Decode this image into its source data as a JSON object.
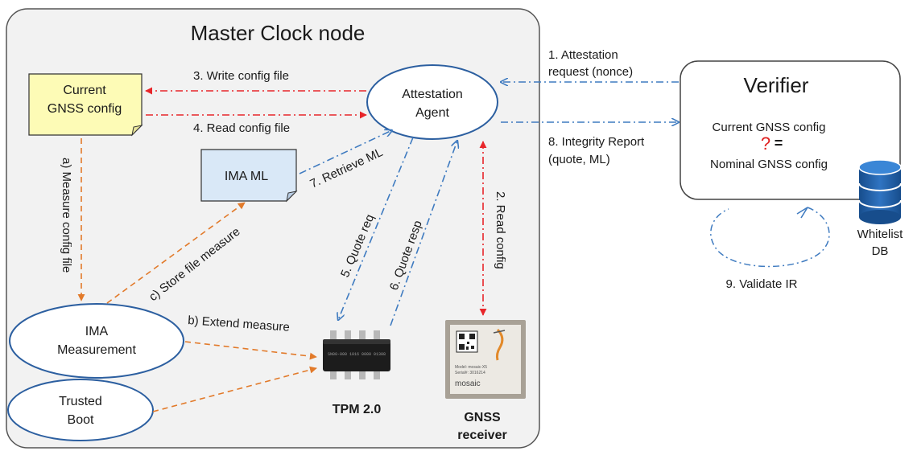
{
  "master_node": {
    "title": "Master Clock node"
  },
  "nodes": {
    "gnss_config": {
      "line1": "Current",
      "line2": "GNSS config"
    },
    "attestation_agent": {
      "line1": "Attestation",
      "line2": "Agent"
    },
    "ima_ml": {
      "label": "IMA ML"
    },
    "ima_measurement": {
      "line1": "IMA",
      "line2": "Measurement"
    },
    "trusted_boot": {
      "line1": "Trusted",
      "line2": "Boot"
    },
    "tpm": {
      "label": "TPM 2.0",
      "chip_text": "SN00-000 1016 0000 01308"
    },
    "gnss_receiver": {
      "line1": "GNSS",
      "line2": "receiver",
      "module_brand": "mosaic",
      "module_model": "Model: mosaic-X5",
      "module_serial": "Serial#: 3016214"
    },
    "verifier": {
      "title": "Verifier",
      "line1": "Current GNSS config",
      "compare_q": "?",
      "compare_eq": "=",
      "line3": "Nominal GNSS config"
    },
    "whitelist_db": {
      "line1": "Whitelist",
      "line2": "DB"
    }
  },
  "edges": {
    "write_config": "3. Write config file",
    "read_config_file": "4. Read config file",
    "attestation_request_1": "1. Attestation",
    "attestation_request_2": "request (nonce)",
    "integrity_report_1": "8. Integrity Report",
    "integrity_report_2": "(quote, ML)",
    "retrieve_ml": "7. Retrieve ML",
    "measure_config": "a) Measure config file",
    "store_measure": "c) Store file measure",
    "extend_measure": "b) Extend measure",
    "quote_req": "5. Quote req",
    "quote_resp": "6. Quote resp",
    "read_config": "2. Read config",
    "validate_ir": "9. Validate IR"
  },
  "colors": {
    "red_flow": "#e8262a",
    "blue_flow": "#3f7bc0",
    "orange_flow": "#e27a2a",
    "node_border": "#2c5fa0",
    "note_fill": "#fdfbb6",
    "ml_fill": "#d9e8f7",
    "db_blue": "#1f5fa8",
    "question_mark": "#e02020"
  }
}
